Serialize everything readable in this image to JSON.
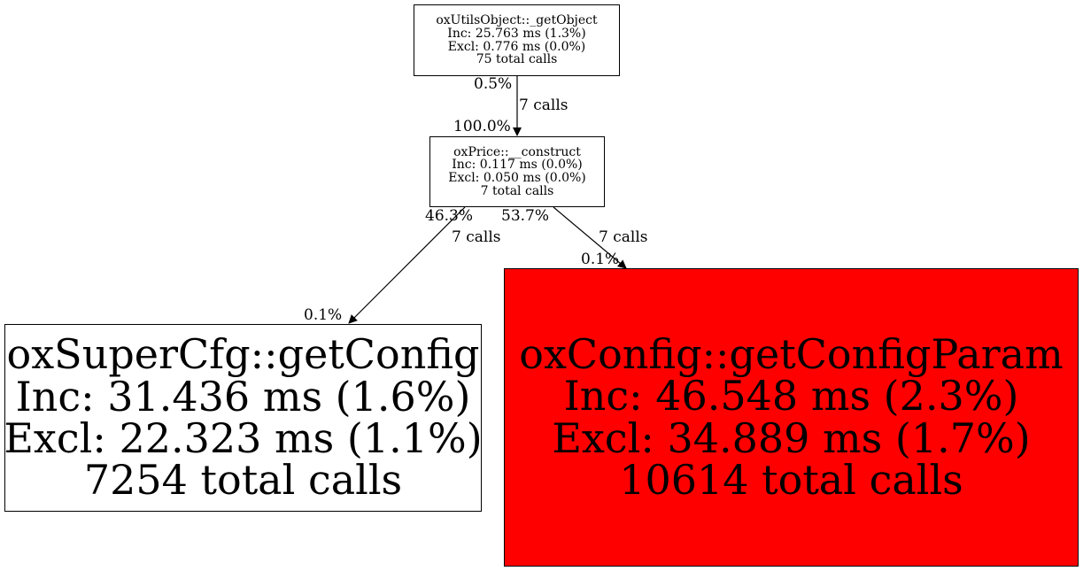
{
  "colors": {
    "hot": "#ff0000",
    "normal": "#ffffff",
    "edge": "#000000"
  },
  "nodes": {
    "getobject": {
      "name": "oxUtilsObject::_getObject",
      "inc": "Inc: 25.763 ms (1.3%)",
      "excl": "Excl: 0.776 ms (0.0%)",
      "calls": "75 total calls"
    },
    "construct": {
      "name": "oxPrice::__construct",
      "inc": "Inc: 0.117 ms (0.0%)",
      "excl": "Excl: 0.050 ms (0.0%)",
      "calls": "7 total calls"
    },
    "getconfig": {
      "name": "oxSuperCfg::getConfig",
      "inc": "Inc: 31.436 ms (1.6%)",
      "excl": "Excl: 22.323 ms (1.1%)",
      "calls": "7254 total calls"
    },
    "getconfigparam": {
      "name": "oxConfig::getConfigParam",
      "inc": "Inc: 46.548 ms (2.3%)",
      "excl": "Excl: 34.889 ms (1.7%)",
      "calls": "10614 total calls"
    }
  },
  "edges": {
    "e1": {
      "src_pct": "0.5%",
      "calls": "7 calls",
      "dst_pct": "100.0%"
    },
    "e2": {
      "src_pct": "46.3%",
      "calls": "7 calls",
      "dst_pct": "0.1%"
    },
    "e3": {
      "src_pct": "53.7%",
      "calls": "7 calls",
      "dst_pct": "0.1%"
    }
  }
}
